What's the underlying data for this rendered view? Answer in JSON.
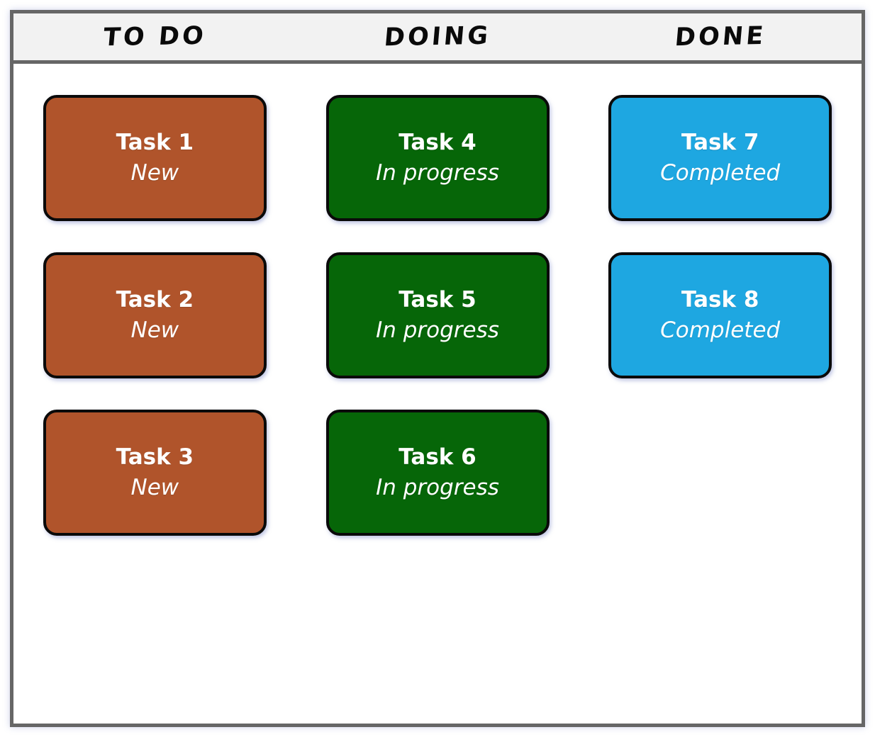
{
  "board": {
    "columns": [
      {
        "label": "TO DO",
        "card_color": "#b0542b",
        "cards": [
          {
            "title": "Task 1",
            "status": "New"
          },
          {
            "title": "Task 2",
            "status": "New"
          },
          {
            "title": "Task 3",
            "status": "New"
          }
        ]
      },
      {
        "label": "DOING",
        "card_color": "#066608",
        "cards": [
          {
            "title": "Task 4",
            "status": "In progress"
          },
          {
            "title": "Task 5",
            "status": "In progress"
          },
          {
            "title": "Task 6",
            "status": "In progress"
          }
        ]
      },
      {
        "label": "DONE",
        "card_color": "#1ea7e1",
        "cards": [
          {
            "title": "Task 7",
            "status": "Completed"
          },
          {
            "title": "Task 8",
            "status": "Completed"
          }
        ]
      }
    ],
    "colors": {
      "frame_border": "#666666",
      "header_background": "#f2f2f2",
      "card_border": "#0a0a0a",
      "card_text": "#ffffff"
    }
  }
}
